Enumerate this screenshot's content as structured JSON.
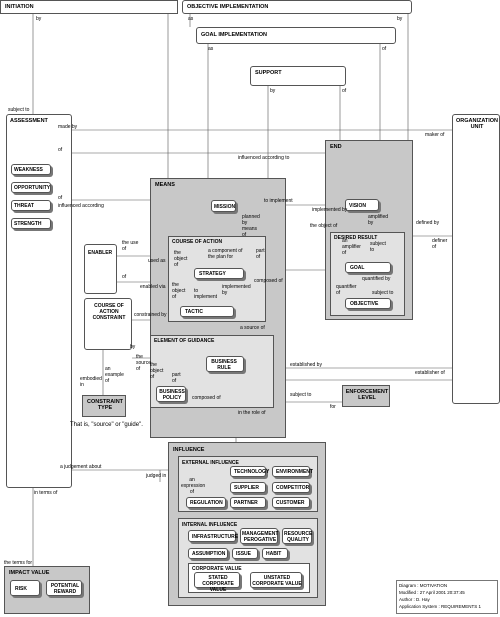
{
  "entities": {
    "initiation": "INITIATION",
    "objective_implementation": "OBJECTIVE IMPLEMENTATION",
    "goal_implementation": "GOAL IMPLEMENTATION",
    "support": "SUPPORT",
    "assessment": "ASSESSMENT",
    "weakness": "WEAKNESS",
    "opportunity": "OPPORTUNITY",
    "threat": "THREAT",
    "strength": "STRENGTH",
    "organization_unit": "ORGANIZATION UNIT",
    "end": "END",
    "vision": "VISION",
    "desired_result": "DESIRED RESULT",
    "goal": "GOAL",
    "objective": "OBJECTIVE",
    "means": "MEANS",
    "mission": "MISSION",
    "course_of_action": "COURSE OF ACTION",
    "strategy": "STRATEGY",
    "tactic": "TACTIC",
    "enabler": "ENABLER",
    "course_of_action_constraint": "COURSE OF ACTION CONSTRAINT",
    "constraint_type": "CONSTRAINT TYPE",
    "element_of_guidance": "ELEMENT OF GUIDANCE",
    "business_rule": "BUSINESS RULE",
    "business_policy": "BUSINESS POLICY",
    "enforcement_level": "ENFORCEMENT LEVEL",
    "influence": "INFLUENCE",
    "external_influence": "EXTERNAL INFLUENCE",
    "technology": "TECHNOLOGY",
    "environment": "ENVIRONMENT",
    "supplier": "SUPPLIER",
    "competitor": "COMPETITOR",
    "regulation": "REGULATION",
    "partner": "PARTNER",
    "customer": "CUSTOMER",
    "internal_influence": "INTERNAL INFLUENCE",
    "infrastructure": "INFRASTRUCTURE",
    "management_prerogative": "MANAGEMENT PEROGATIVE",
    "resource_quality": "RESOURCE QUALITY",
    "assumption": "ASSUMPTION",
    "issue": "ISSUE",
    "habit": "HABIT",
    "corporate_value": "CORPORATE VALUE",
    "stated_corporate_value": "STATED CORPORATE VALUE",
    "unstated_corporate_value": "UNSTATED CORPORATE VALUE",
    "impact_value": "IMPACT VALUE",
    "risk": "RISK",
    "potential_reward": "POTENTIAL REWARD"
  },
  "relations": {
    "by_1": "by",
    "by_2": "by",
    "as_1": "as",
    "as_2": "as",
    "of_1": "of",
    "by_3": "by",
    "of_2": "of",
    "subject_to": "subject to",
    "made_by": "made by",
    "maker_of": "maker of",
    "of_3": "of",
    "influenced_according_to": "influenced according to",
    "of_4": "of",
    "influenced_according": "influenced according",
    "to_implement": "to implement",
    "implemented_by": "implemented by",
    "defined_by": "defined by",
    "planned_by_means_of": "planned by means of",
    "amplified_by": "amplified by",
    "the_object_of_1": "the object of",
    "the_use_of": "the use of",
    "used_as": "used as",
    "the_object_of_2": "the object of",
    "a_component_of_the_plan_for": "a component of the plan for",
    "part_of_1": "part of",
    "an_amplifier_of": "an amplifier of",
    "subject_to_2": "subject to",
    "definer_of": "definer of",
    "of_5": "of",
    "enabled_via": "enabled via",
    "the_object_of_3": "the object of",
    "to_implement_2": "to implement",
    "implemented_by_2": "implemented by",
    "composed_of_1": "composed of",
    "quantified_by": "quantified by",
    "quantifier_of": "quantifier of",
    "subject_to_3": "subject to",
    "constrained_by": "constrained by",
    "a_source_of": "a source of",
    "by_4": "by",
    "the_source_of": "the source of",
    "embodied_in": "embodied in",
    "an_example_of": "an example of",
    "the_object_of_4": "the object of",
    "part_of_2": "part of",
    "composed_of_2": "composed of",
    "established_by": "established by",
    "establisher_of": "establisher of",
    "subject_to_4": "subject to",
    "for": "for",
    "in_the_role_of": "in the role of",
    "a_judgement_about": "a judgement about",
    "judged_in": "judged in",
    "an_expression_of": "an expression of",
    "in_terms_of": "in terms of",
    "the_terms_for": "the terms for"
  },
  "note": "That is, \"source\" or \"guide\".",
  "info_block": {
    "diagram": "Diagram : MOTIVATION",
    "modified": "Modified : 27 April    2001 20:37:45",
    "author": "Author : D. Hay",
    "application_system": "Application System : REQUIREMENTS 1"
  }
}
